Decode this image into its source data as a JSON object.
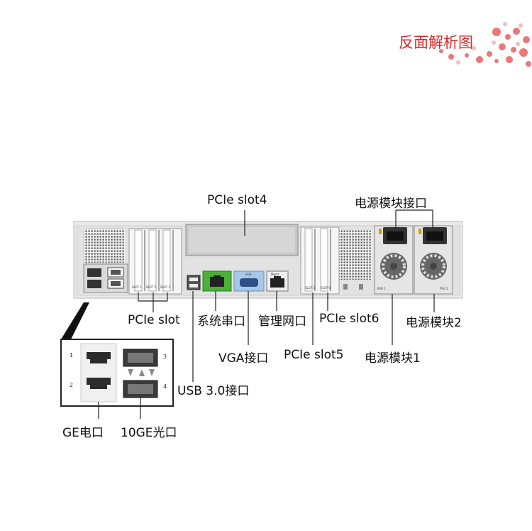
{
  "title": "反面解析图",
  "labels": {
    "pcie_slot4": "PCIe slot4",
    "psu_connector": "电源模块接口",
    "pcie_slot": "PCIe slot",
    "serial_port": "系统串口",
    "mgmt_port": "管理网口",
    "pcie_slot6": "PCIe slot6",
    "psu2": "电源模块2",
    "vga_port": "VGA接口",
    "pcie_slot5": "PCIe slot5",
    "psu1": "电源模块1",
    "usb_port": "USB 3.0接口",
    "ge_port": "GE电口",
    "sfp_port": "10GE光口"
  },
  "panel_text": {
    "slot1": "SLOT 1",
    "slot2": "SLOT 2",
    "slot3": "SLOT 3",
    "slot5": "SLOT 5",
    "slot6": "SLOT 6",
    "vga": "VGA",
    "mgmt": "Mgmt",
    "psu1": "PSU 1",
    "psu2": "PSU 2"
  },
  "zoom_port_labels": {
    "p1": "1",
    "p2": "2",
    "p3": "3",
    "p4": "4"
  },
  "colors": {
    "title": "#d42a2a",
    "serial_port": "#4caf3a",
    "vga_port": "#a9c6e8",
    "chassis": "#e6e6e6"
  }
}
